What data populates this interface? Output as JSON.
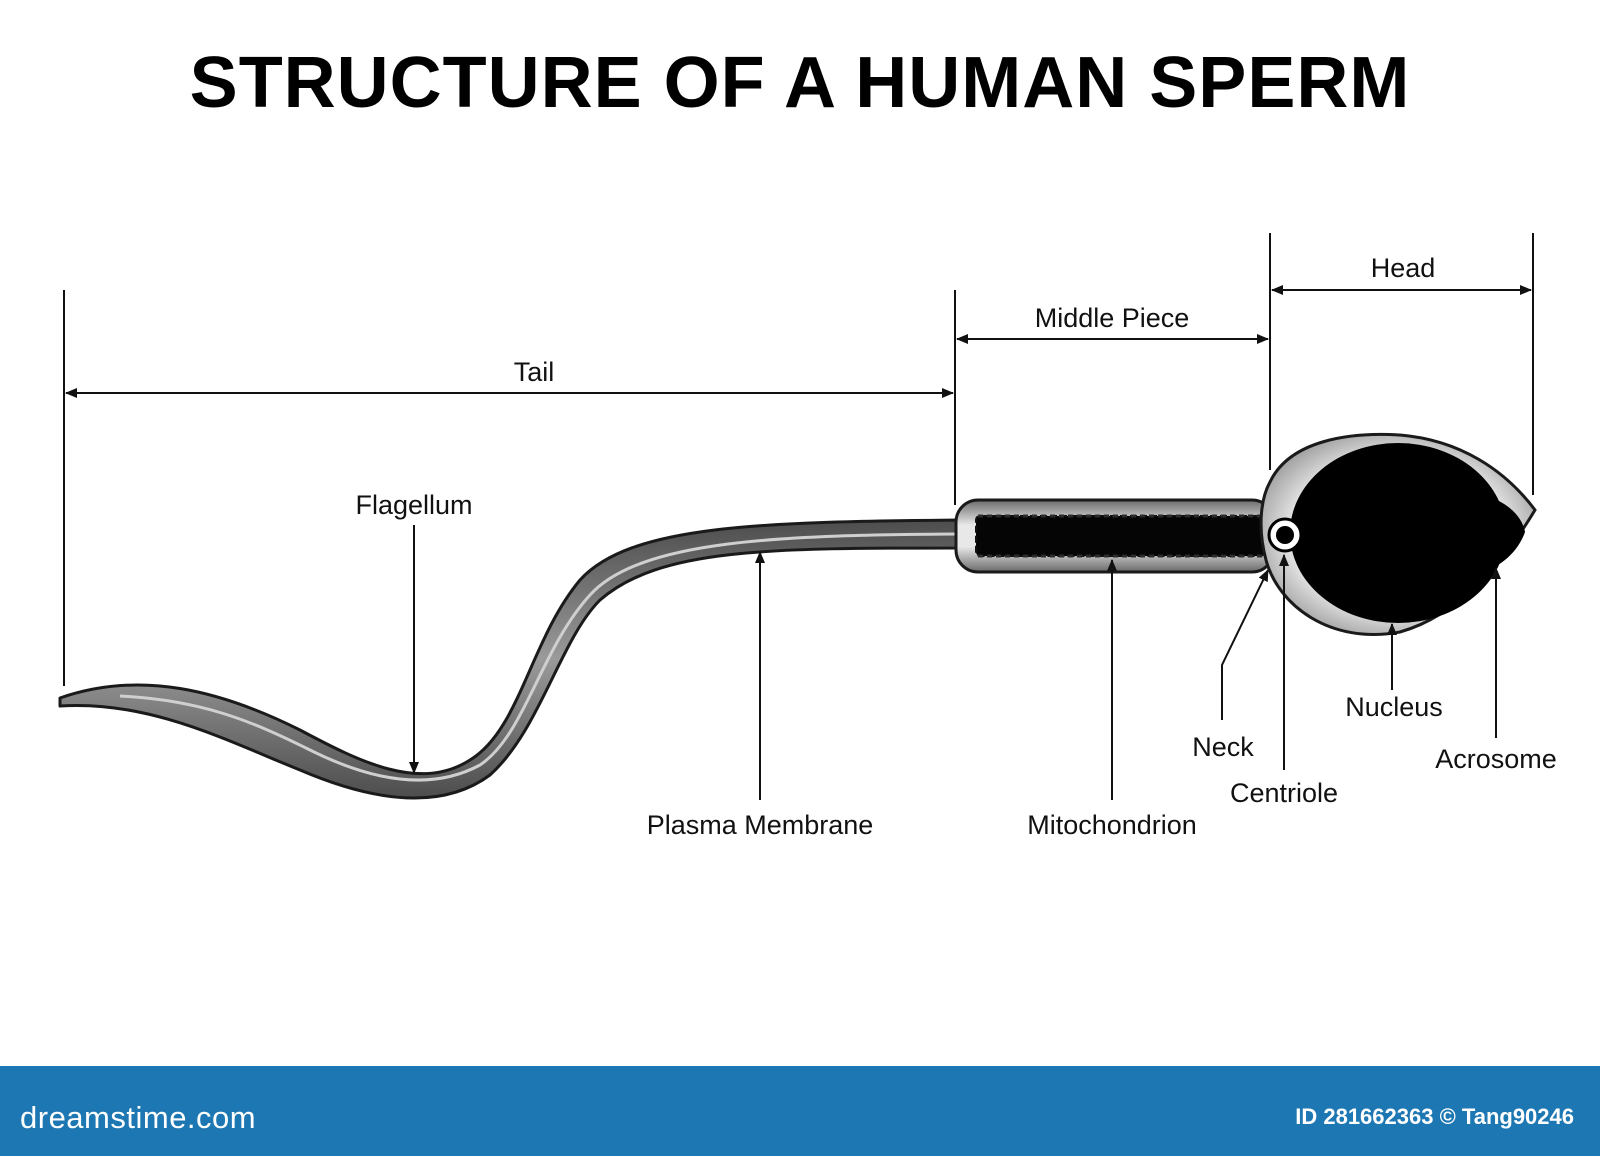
{
  "title": "STRUCTURE OF A HUMAN SPERM",
  "regions": {
    "tail": "Tail",
    "middle_piece": "Middle Piece",
    "head": "Head"
  },
  "labels": {
    "flagellum": "Flagellum",
    "plasma_membrane": "Plasma Membrane",
    "mitochondrion": "Mitochondrion",
    "neck": "Neck",
    "centriole": "Centriole",
    "nucleus": "Nucleus",
    "acrosome": "Acrosome"
  },
  "footer": {
    "brand": "dreamstime.com",
    "image_id": "ID 281662363 © Tang90246"
  },
  "colors": {
    "footer_bg": "#1d77b3",
    "tail_fill": "#7a7a7a",
    "head_fill": "#000000",
    "outline": "#1a1a1a"
  }
}
